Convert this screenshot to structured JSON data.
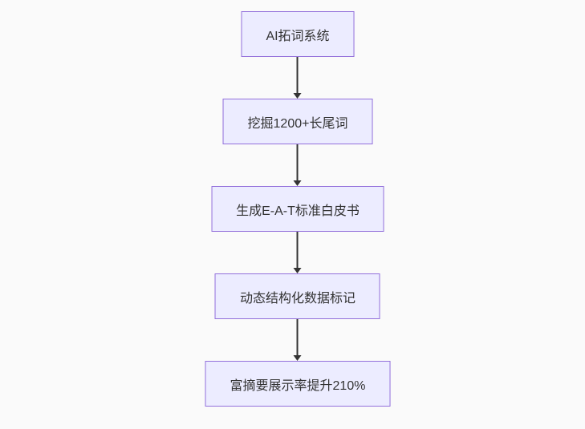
{
  "page": {
    "background_color": "#fafafa"
  },
  "flowchart": {
    "type": "flowchart",
    "direction": "top-down",
    "nodes": [
      {
        "id": "n1",
        "label": "AI拓词系统"
      },
      {
        "id": "n2",
        "label": "挖掘1200+长尾词"
      },
      {
        "id": "n3",
        "label": "生成E-A-T标准白皮书"
      },
      {
        "id": "n4",
        "label": "动态结构化数据标记"
      },
      {
        "id": "n5",
        "label": "富摘要展示率提升210%"
      }
    ],
    "edges": [
      {
        "from": "n1",
        "to": "n2",
        "arrow": "down"
      },
      {
        "from": "n2",
        "to": "n3",
        "arrow": "down"
      },
      {
        "from": "n3",
        "to": "n4",
        "arrow": "down"
      },
      {
        "from": "n4",
        "to": "n5",
        "arrow": "down"
      }
    ],
    "colors": {
      "node_fill": "#ECECFF",
      "node_border": "#9370DB",
      "text": "#333333",
      "arrow": "#333333"
    }
  }
}
